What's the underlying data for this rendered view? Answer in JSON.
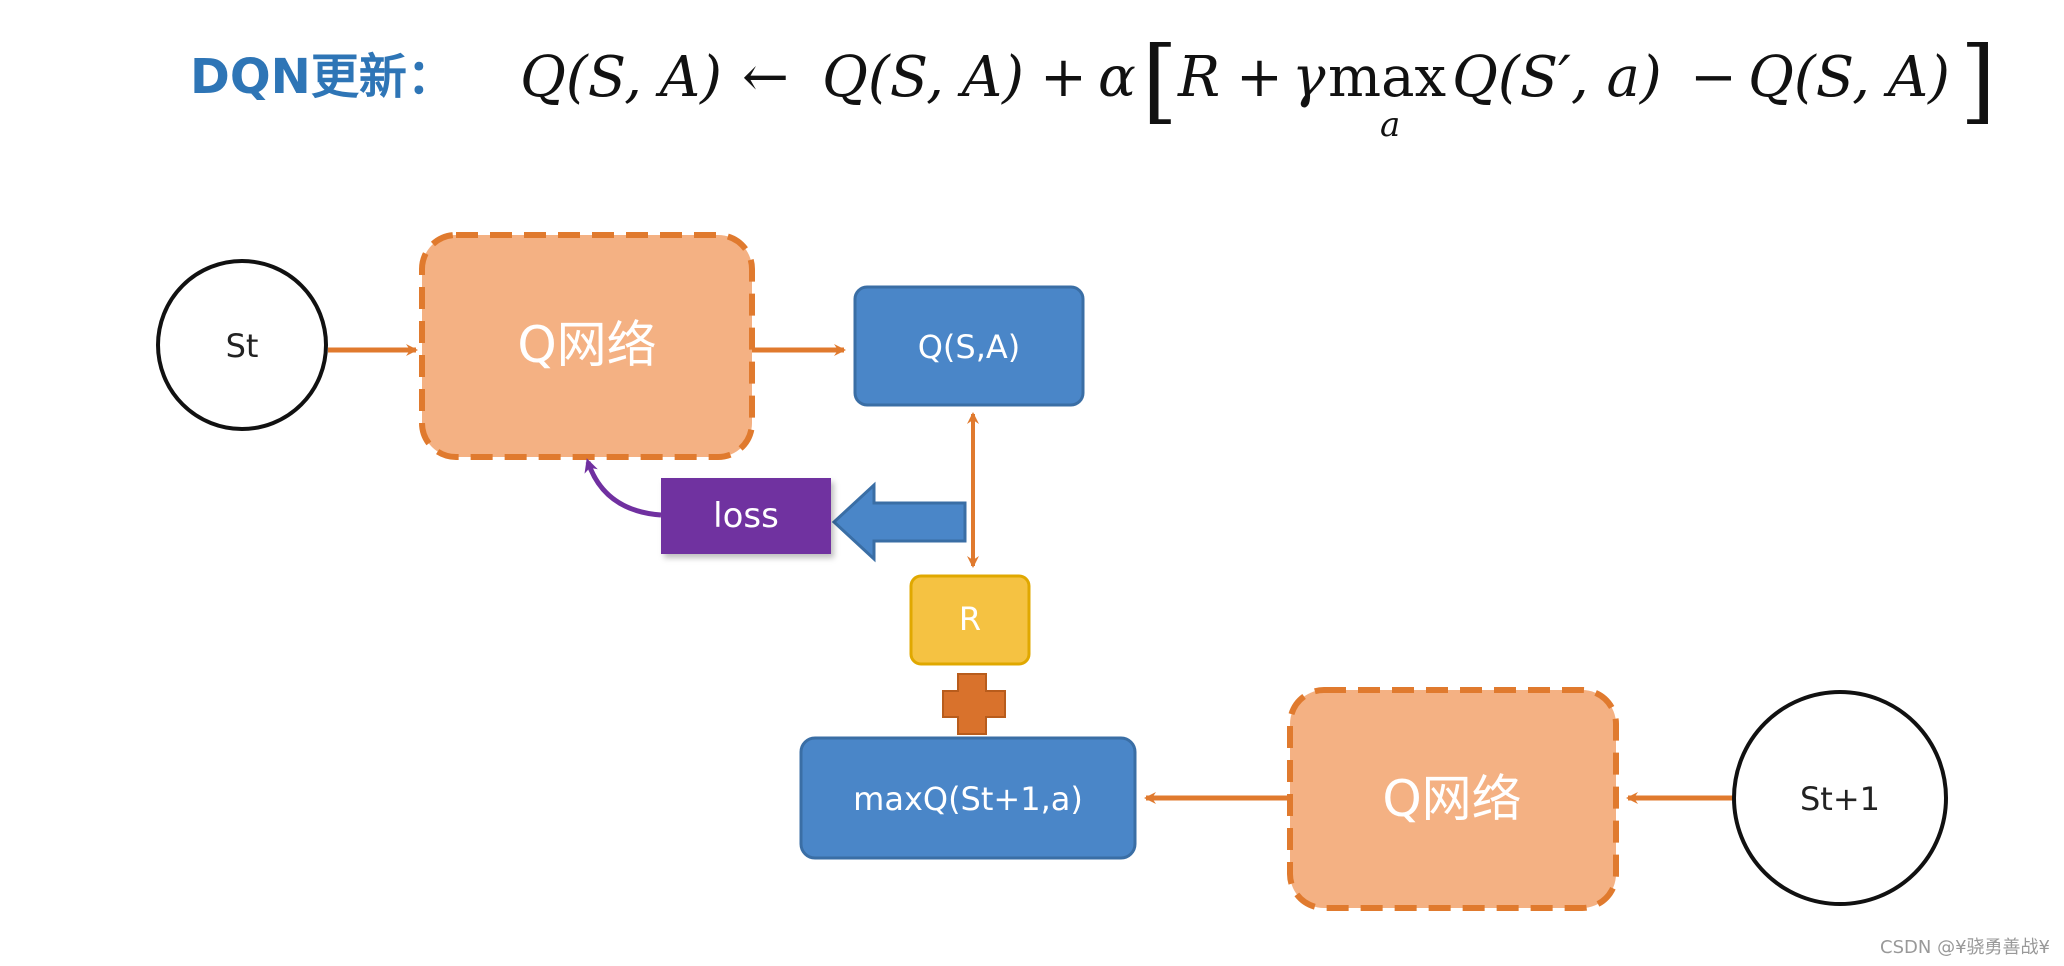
{
  "title": {
    "prefix": "DQN更新：",
    "formula": {
      "lhs": "Q(S, A)",
      "arrow": "←",
      "term1": "Q(S, A)",
      "plus": "+",
      "alpha": "α",
      "bracket_open": "[",
      "R": "R",
      "plus2": "+",
      "gamma": "γ",
      "max": "max",
      "max_sub": "a",
      "q_next": "Q(S′, a)",
      "minus": "−",
      "q_current": "Q(S, A)",
      "bracket_close": "]"
    }
  },
  "nodes": {
    "state_t": "St",
    "q_network_top": "Q网络",
    "q_sa": "Q(S,A)",
    "loss": "loss",
    "reward": "R",
    "max_q_next": "maxQ(St+1,a)",
    "q_network_bottom": "Q网络",
    "state_t1": "St+1"
  },
  "watermark": "CSDN @¥骁勇善战¥",
  "colors": {
    "title_blue": "#2e75b6",
    "arrow_orange": "#e07a2e",
    "qnet_fill": "#f4b183",
    "qnet_border": "#e07a2e",
    "blue_box": "#4a86c8",
    "blue_box_border": "#3a6ea5",
    "loss_purple": "#7030a0",
    "reward_yellow": "#f5c242",
    "reward_border": "#e0a800",
    "plus_orange": "#d9722c",
    "purple_curve": "#7030a0"
  }
}
